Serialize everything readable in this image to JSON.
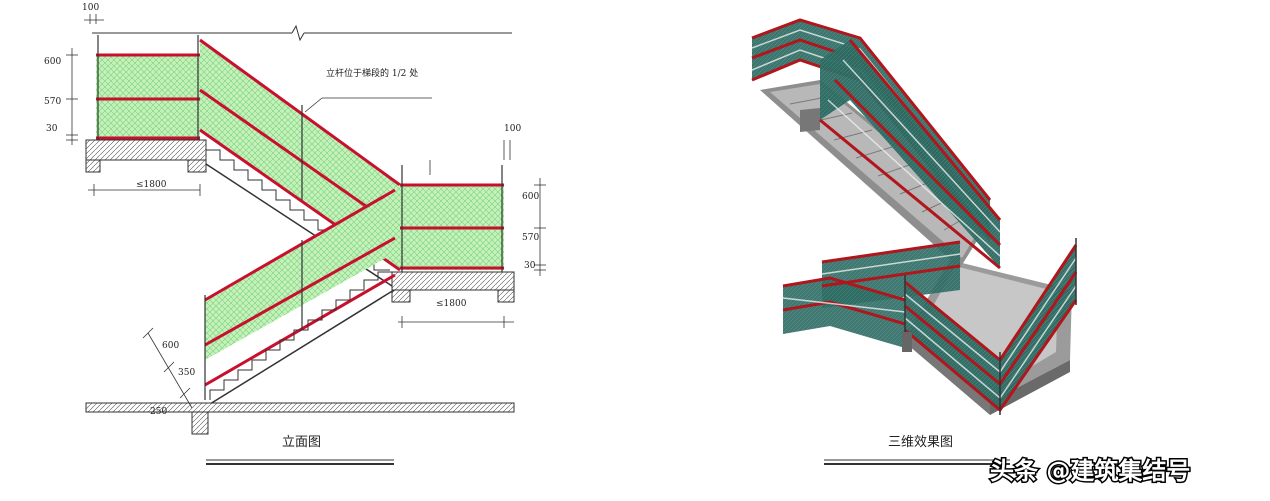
{
  "left_diagram": {
    "caption": "立面图",
    "note": "立杆位于梯段的 1/2 处",
    "dims": {
      "top_gap": "100",
      "left_600": "600",
      "left_570": "570",
      "left_30": "30",
      "left_span": "≤1800",
      "right_gap": "100",
      "right_600": "600",
      "right_570": "570",
      "right_30": "30",
      "right_span": "≤1800",
      "diag_600": "600",
      "diag_350": "350",
      "bottom_250": "250"
    },
    "colors": {
      "mesh": "#b8f0b0",
      "rail": "#c8102e",
      "line": "#333333"
    }
  },
  "right_diagram": {
    "caption": "三维效果图",
    "colors": {
      "panel": "#1f5a54",
      "rail": "#b0161c",
      "concrete": "#a9a9a9"
    }
  },
  "watermark": "头条 @建筑集结号"
}
